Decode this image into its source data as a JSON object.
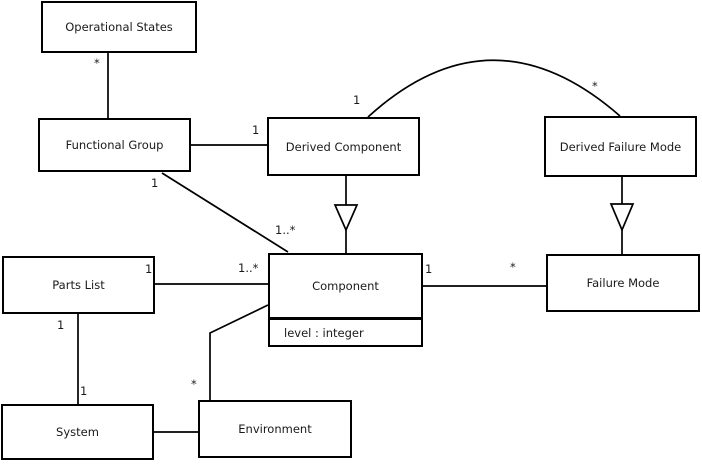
{
  "diagram": {
    "type": "uml-class-diagram",
    "background_color": "#ffffff",
    "line_color": "#000000",
    "nodes": {
      "operational_states": {
        "label": "Operational States"
      },
      "functional_group": {
        "label": "Functional Group"
      },
      "derived_component": {
        "label": "Derived Component"
      },
      "derived_failure_mode": {
        "label": "Derived Failure Mode"
      },
      "parts_list": {
        "label": "Parts List"
      },
      "component": {
        "label": "Component",
        "attribute": "level : integer"
      },
      "failure_mode": {
        "label": "Failure Mode"
      },
      "system": {
        "label": "System"
      },
      "environment": {
        "label": "Environment"
      }
    },
    "multiplicities": {
      "operational_states_functional_group": "*",
      "functional_group_derived_component": "1",
      "functional_group_component_source": "1",
      "functional_group_component_target": "1..*",
      "derived_component_arc_end": "1",
      "derived_failure_mode_arc_end": "*",
      "parts_list_component_source": "1",
      "parts_list_component_target": "1..*",
      "component_failure_mode_source": "1",
      "component_failure_mode_target": "*",
      "parts_list_system_source": "1",
      "parts_list_system_target": "1",
      "environment_component": "*"
    }
  }
}
